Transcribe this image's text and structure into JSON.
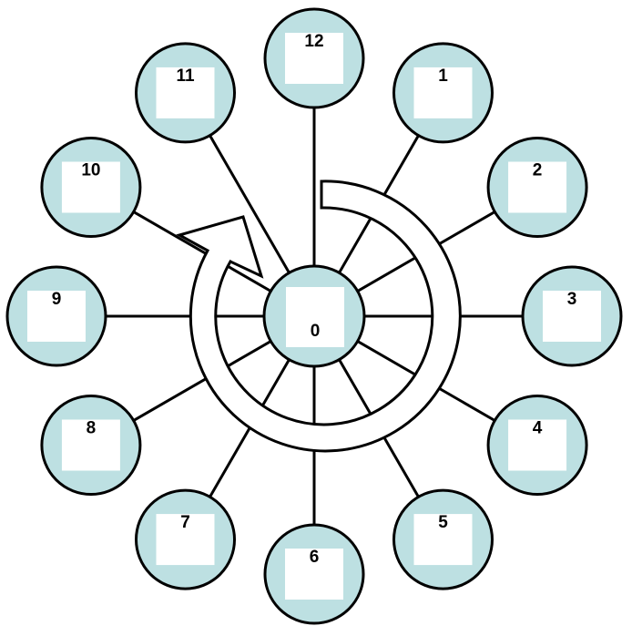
{
  "diagram": {
    "center": {
      "label": "0"
    },
    "nodes": [
      {
        "label": "1"
      },
      {
        "label": "2"
      },
      {
        "label": "3"
      },
      {
        "label": "4"
      },
      {
        "label": "5"
      },
      {
        "label": "6"
      },
      {
        "label": "7"
      },
      {
        "label": "8"
      },
      {
        "label": "9"
      },
      {
        "label": "10"
      },
      {
        "label": "11"
      },
      {
        "label": "12"
      }
    ],
    "colors": {
      "node_fill": "#bde0e2",
      "stroke": "#000000",
      "box": "#ffffff"
    }
  }
}
